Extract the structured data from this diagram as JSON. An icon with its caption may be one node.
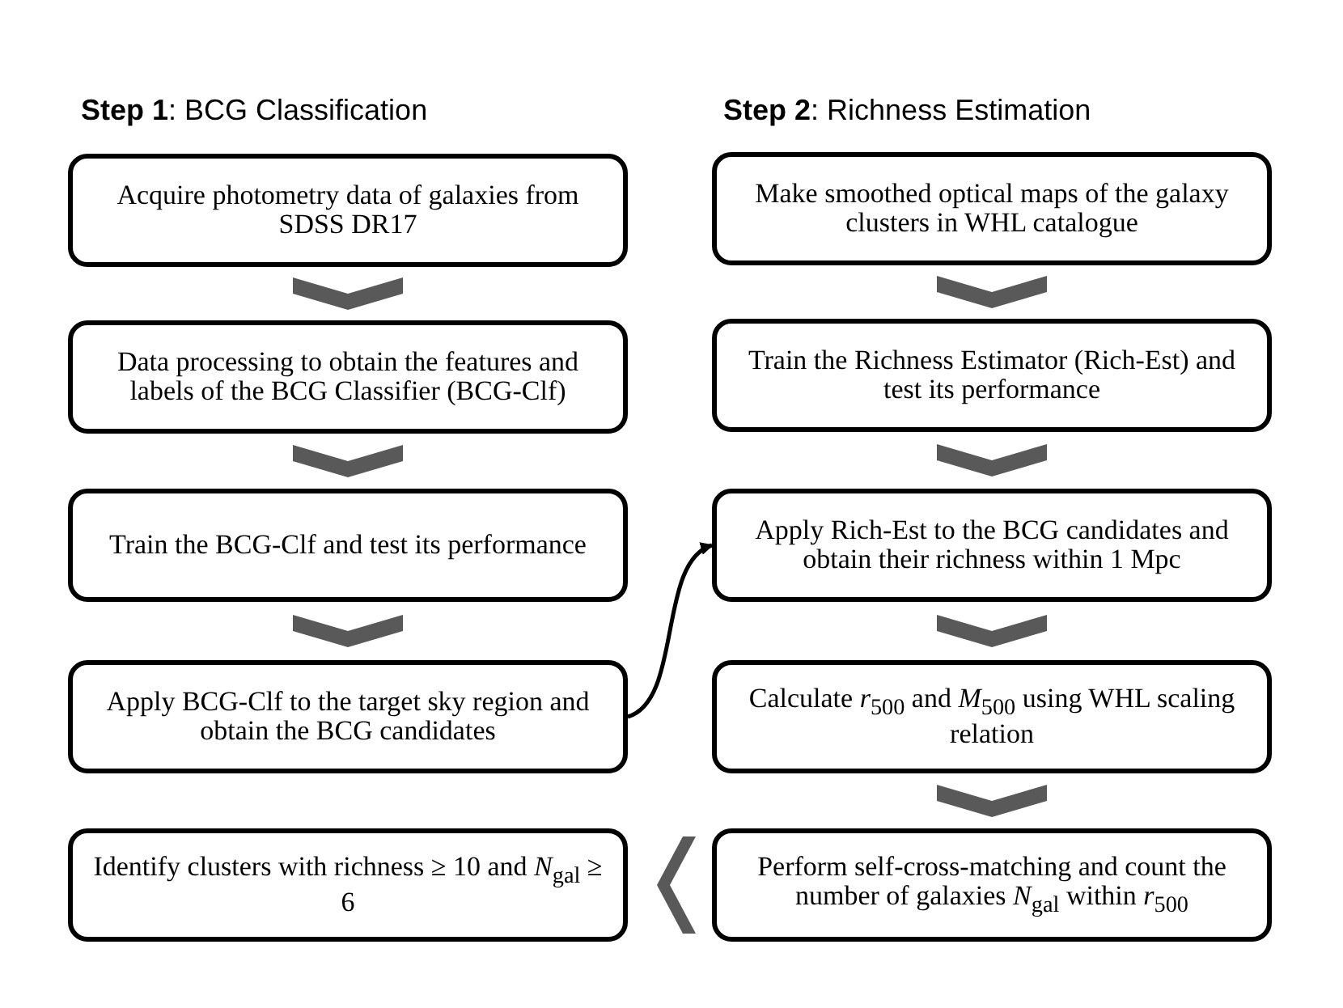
{
  "diagram": {
    "nodes": [
      {
        "text": [
          "Acquire photometry data of galaxies from SDSS DR17"
        ]
      },
      {
        "text": [
          "Data processing to obtain the features and labels of the BCG Classifier (BCG-Clf)"
        ]
      },
      {
        "text": [
          "Train the BCG-Clf and test its performance"
        ]
      },
      {
        "text": [
          "Apply BCG-Clf to the target sky region and obtain the BCG candidates"
        ]
      },
      {
        "text": [
          "Identify clusters with richness ≥ 10 and *N*$_{gal}$ ≥ 6"
        ]
      },
      {
        "text": [
          "Make smoothed optical maps of the galaxy clusters in WHL catalogue"
        ]
      },
      {
        "text": [
          "Train the Richness Estimator (Rich-Est) and test its performance"
        ]
      },
      {
        "text": [
          "Apply Rich-Est to the BCG candidates and obtain their richness within 1 Mpc"
        ]
      },
      {
        "text": [
          "Calculate *r*$_{500}$ and *M*$_{500}$ using WHL scaling relation"
        ]
      },
      {
        "text": [
          "Perform self-cross-matching and count the number of galaxies *N*$_{gal}$ within *r*$_{500}$"
        ]
      }
    ],
    "edges": [
      {
        "from": 0,
        "to": 1,
        "arrow": "to",
        "style": "thick"
      },
      {
        "from": 1,
        "to": 2,
        "arrow": "to",
        "style": "thick"
      },
      {
        "from": 2,
        "to": 3,
        "arrow": "to",
        "style": "thick"
      },
      {
        "from": 3,
        "to": 7,
        "arrow": "to",
        "color": "#000000"
      },
      {
        "from": 5,
        "to": 6,
        "arrow": "to",
        "style": "thick"
      },
      {
        "from": 6,
        "to": 7,
        "arrow": "to",
        "style": "thick"
      },
      {
        "from": 7,
        "to": 8,
        "arrow": "to",
        "style": "thick"
      },
      {
        "from": 8,
        "to": 9,
        "arrow": "to",
        "style": "thick"
      },
      {
        "from": 9,
        "to": 4,
        "arrow": "to",
        "style": "thick"
      }
    ],
    "labels": [
      "**Step 1**: BCG Classification",
      "**Step 2**: Richness Estimation"
    ]
  }
}
